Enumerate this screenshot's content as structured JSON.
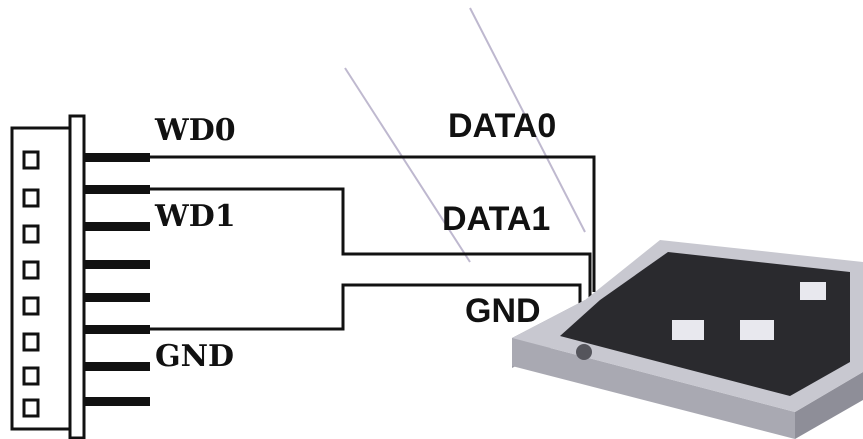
{
  "connector_labels": {
    "wd0": "WD0",
    "wd1": "WD1",
    "gnd": "GND"
  },
  "device_labels": {
    "data0": "DATA0",
    "data1": "DATA1",
    "gnd": "GND"
  },
  "connector": {
    "pin_count": 8
  },
  "colors": {
    "ink": "#111111",
    "device_body": "#b8b8c0",
    "device_dark": "#2a2a2e",
    "scratch": "#8a7fa8"
  }
}
